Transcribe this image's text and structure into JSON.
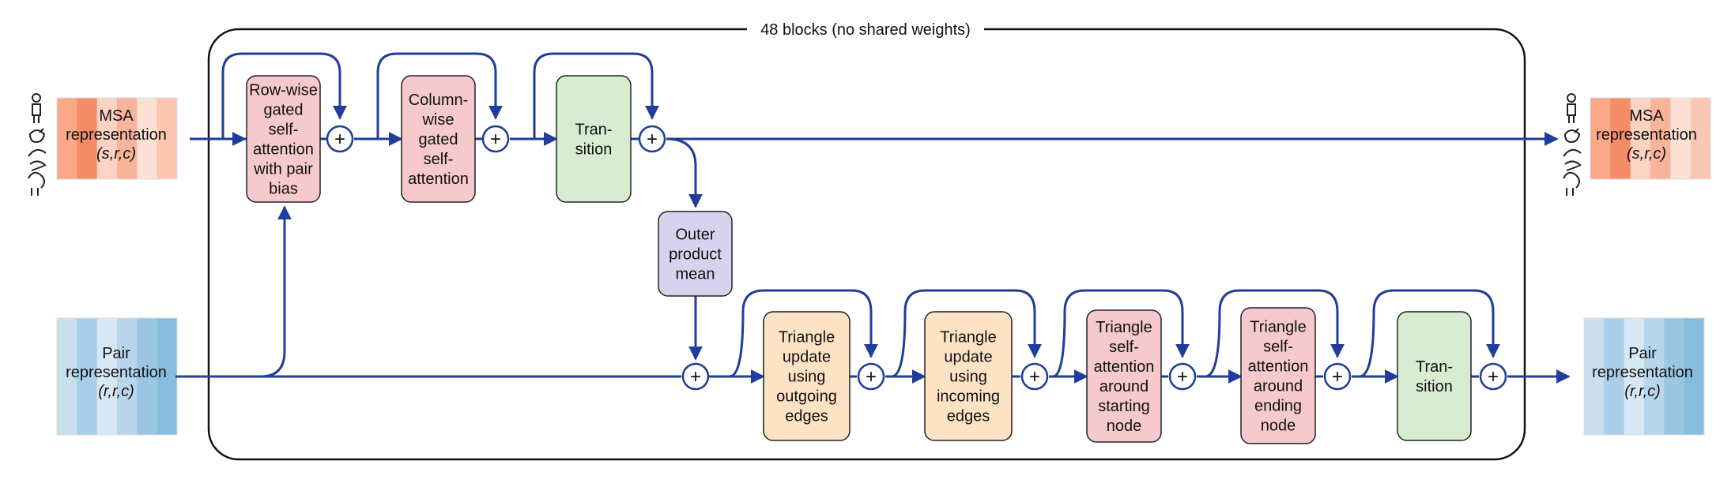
{
  "frame": {
    "title": "48 blocks (no shared weights)"
  },
  "colors": {
    "arrow": "#1f3d99",
    "pink": "#f6c9cc",
    "green": "#d8ecd2",
    "purple": "#d8d2ee",
    "peach": "#fde3c4",
    "msa_red": "#f08060",
    "pair_blue": "#8cc0de"
  },
  "inputs": {
    "msa": {
      "lines": [
        "MSA",
        "representation",
        "(s,r,c)"
      ]
    },
    "pair": {
      "lines": [
        "Pair",
        "representation",
        "(r,r,c)"
      ]
    }
  },
  "outputs": {
    "msa": {
      "lines": [
        "MSA",
        "representation",
        "(s,r,c)"
      ]
    },
    "pair": {
      "lines": [
        "Pair",
        "representation",
        "(r,r,c)"
      ]
    }
  },
  "nodes": {
    "row_attention": {
      "lines": [
        "Row-wise",
        "gated",
        "self-",
        "attention",
        "with pair",
        "bias"
      ]
    },
    "col_attention": {
      "lines": [
        "Column-",
        "wise",
        "gated",
        "self-",
        "attention"
      ]
    },
    "msa_transition": {
      "lines": [
        "Tran-",
        "sition"
      ]
    },
    "outer_product": {
      "lines": [
        "Outer",
        "product",
        "mean"
      ]
    },
    "tri_out": {
      "lines": [
        "Triangle",
        "update",
        "using",
        "outgoing",
        "edges"
      ]
    },
    "tri_in": {
      "lines": [
        "Triangle",
        "update",
        "using",
        "incoming",
        "edges"
      ]
    },
    "tri_att_start": {
      "lines": [
        "Triangle",
        "self-",
        "attention",
        "around",
        "starting",
        "node"
      ]
    },
    "tri_att_end": {
      "lines": [
        "Triangle",
        "self-",
        "attention",
        "around",
        "ending",
        "node"
      ]
    },
    "pair_transition": {
      "lines": [
        "Tran-",
        "sition"
      ]
    }
  },
  "sum_symbol": "+"
}
